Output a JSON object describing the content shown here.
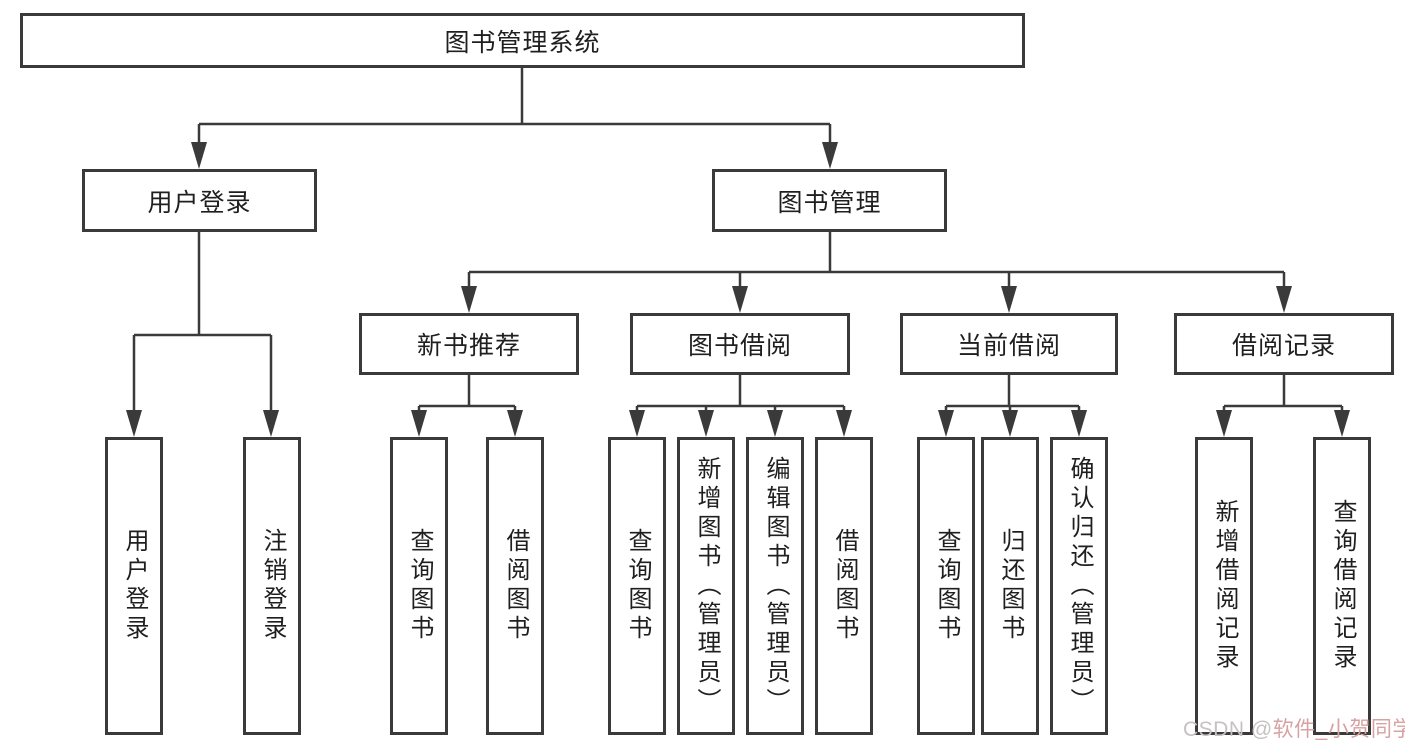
{
  "title": {
    "label": "图书管理系统"
  },
  "branches": {
    "user_login": {
      "label": "用户登录",
      "children": [
        "用户登录",
        "注销登录"
      ]
    },
    "book_mgmt": {
      "label": "图书管理",
      "sections": {
        "new_book": {
          "label": "新书推荐",
          "children": [
            "查询图书",
            "借阅图书"
          ]
        },
        "borrow": {
          "label": "图书借阅",
          "children": [
            "查询图书",
            "新增图书（管理员）",
            "编辑图书（管理员）",
            "借阅图书"
          ]
        },
        "current": {
          "label": "当前借阅",
          "children": [
            "查询图书",
            "归还图书",
            "确认归还（管理员）"
          ]
        },
        "record": {
          "label": "借阅记录",
          "children": [
            "新增借阅记录",
            "查询借阅记录"
          ]
        }
      }
    }
  },
  "watermark": {
    "prefix": "CSDN @",
    "name": "软件_小贺同学"
  },
  "colors": {
    "line": "#3a3a3a",
    "text": "#1f1f1f",
    "box_bg": "#ffffff"
  }
}
